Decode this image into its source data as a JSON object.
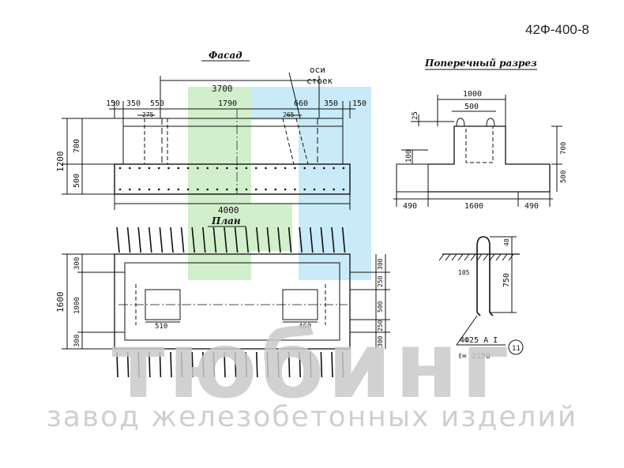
{
  "doc_code": "42Ф-400-8",
  "brand": {
    "name": "тюбинг",
    "subtitle": "завод железобетонных изделий"
  },
  "colors": {
    "ink": "#111111",
    "logo_green": "#c9ecc2",
    "logo_blue": "#bfe6f7",
    "watermark": "#c9c9c9"
  },
  "facade": {
    "title": "Фасад",
    "axes_label_1": "оси",
    "axes_label_2": "стоек",
    "dim_axes": "3700",
    "dim_150_left": "150",
    "dim_350_left": "350",
    "dim_550": "550",
    "dim_1790": "1790",
    "dim_660": "660",
    "dim_350_right": "350",
    "dim_150_right": "150",
    "dim_275": "275",
    "dim_265": "265",
    "dim_1200": "1200",
    "dim_700": "700",
    "dim_500": "500",
    "dim_4000": "4000"
  },
  "section": {
    "title": "Поперечный разрез",
    "dim_1000": "1000",
    "dim_500": "500",
    "dim_25": "25",
    "dim_100": "100",
    "dim_700": "700",
    "dim_500_right": "500",
    "dim_490_left": "490",
    "dim_1600": "1600",
    "dim_490_right": "490"
  },
  "plan": {
    "title": "План",
    "dim_1600": "1600",
    "dim_300_top": "300",
    "dim_1000": "1000",
    "dim_300_bottom": "300",
    "dim_510": "510",
    "dim_460": "460",
    "dim_r_300_top": "300",
    "dim_r_250_top": "250",
    "dim_r_500": "500",
    "dim_r_250_bottom": "250",
    "dim_r_300_bottom": "300"
  },
  "loop_detail": {
    "dim_40": "40",
    "dim_105": "105",
    "dim_750": "750",
    "rebar_spec": "4Ф25 А I",
    "length": "ℓ= 2150",
    "position": "11"
  }
}
